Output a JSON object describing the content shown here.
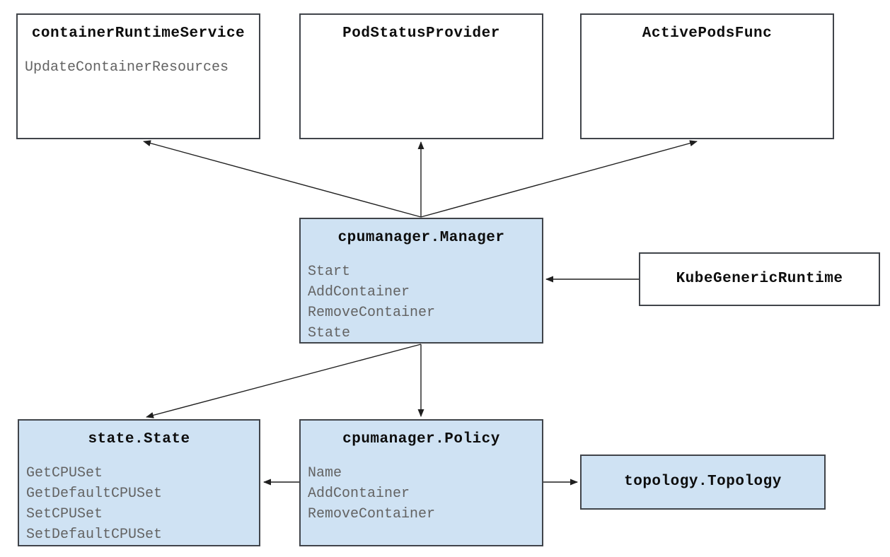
{
  "colors": {
    "box_fill_white": "#ffffff",
    "box_fill_blue": "#cfe2f3",
    "box_border": "#40444a",
    "title_color": "#0d0d0d",
    "method_color": "#636363",
    "arrow_color": "#1f1f1f",
    "canvas_bg": "#ffffff"
  },
  "boxes": {
    "container_runtime_service": {
      "title": "containerRuntimeService",
      "methods": [
        "UpdateContainerResources"
      ]
    },
    "pod_status_provider": {
      "title": "PodStatusProvider",
      "methods": []
    },
    "active_pods_func": {
      "title": "ActivePodsFunc",
      "methods": []
    },
    "cpumanager_manager": {
      "title": "cpumanager.Manager",
      "methods": [
        "Start",
        "AddContainer",
        "RemoveContainer",
        "State"
      ]
    },
    "kube_generic_runtime": {
      "title": "KubeGenericRuntime",
      "methods": []
    },
    "state_state": {
      "title": "state.State",
      "methods": [
        "GetCPUSet",
        "GetDefaultCPUSet",
        "SetCPUSet",
        "SetDefaultCPUSet"
      ]
    },
    "cpumanager_policy": {
      "title": "cpumanager.Policy",
      "methods": [
        "Name",
        "AddContainer",
        "RemoveContainer"
      ]
    },
    "topology_topology": {
      "title": "topology.Topology",
      "methods": []
    }
  },
  "relations": [
    "cpumanager.Manager -> containerRuntimeService",
    "cpumanager.Manager -> PodStatusProvider",
    "cpumanager.Manager -> ActivePodsFunc",
    "KubeGenericRuntime -> cpumanager.Manager",
    "cpumanager.Manager -> state.State",
    "cpumanager.Manager -> cpumanager.Policy",
    "cpumanager.Policy -> state.State",
    "cpumanager.Policy -> topology.Topology"
  ]
}
